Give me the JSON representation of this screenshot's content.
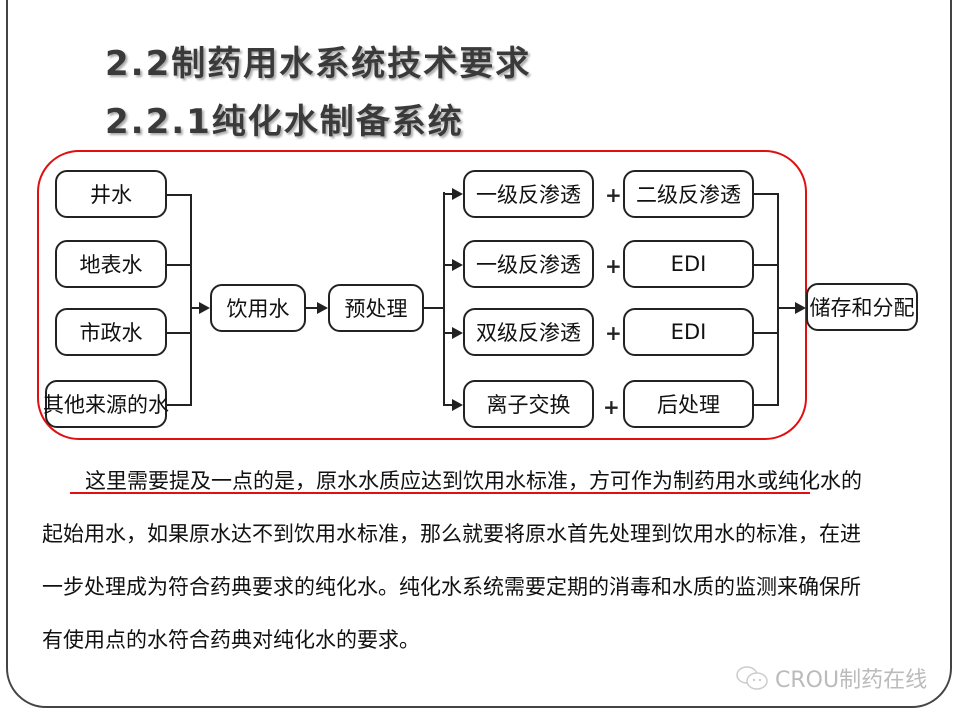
{
  "titles": [
    "2.2制药用水系统技术要求",
    "2.2.1纯化水制备系统"
  ],
  "diagram": {
    "sources": [
      "井水",
      "地表水",
      "市政水",
      "其他来源的水"
    ],
    "drinking_water": "饮用水",
    "pretreatment": "预处理",
    "routes": [
      {
        "first": "一级反渗透",
        "plus": "+",
        "second": "二级反渗透"
      },
      {
        "first": "一级反渗透",
        "plus": "+",
        "second": "EDI"
      },
      {
        "first": "双级反渗透",
        "plus": "+",
        "second": "EDI"
      },
      {
        "first": "离子交换",
        "plus": "+",
        "second": "后处理"
      }
    ],
    "storage": "储存和分配"
  },
  "paragraph": [
    "这里需要提及一点的是，原水水质应达到饮用水标准，方可作为制药用水或纯化水的",
    "起始用水，如果原水达不到饮用水标准，那么就要将原水首先处理到饮用水的标准，在进",
    "一步处理成为符合药典要求的纯化水。纯化水系统需要定期的消毒和水质的监测来确保所",
    "有使用点的水符合药典对纯化水的要求。"
  ],
  "watermark": "CROU制药在线"
}
